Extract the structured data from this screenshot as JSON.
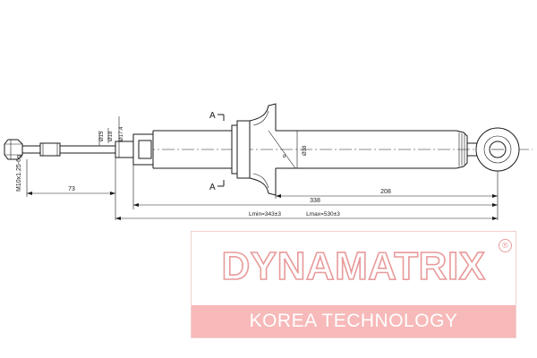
{
  "drawing": {
    "thread_spec": "M10x1.25-6g",
    "section_marker": "A",
    "diameters": {
      "rod_small": "Ø15",
      "rod": "Ø18",
      "seat": "Ø17.4",
      "body": "Ø38",
      "bracket_angle": "α"
    },
    "dimensions": {
      "thread_length": "73",
      "body_length": "338",
      "lower_length": "208",
      "lmin": "Lmin=343±3",
      "lmax": "Lmax=530±3"
    }
  },
  "brand": {
    "name": "DYNAMATRIX",
    "registered_mark": "®",
    "tagline": "KOREA TECHNOLOGY",
    "colors": {
      "outline": "#e89a9a",
      "band": "#f7b9b9",
      "band_text": "#ffffff"
    }
  }
}
